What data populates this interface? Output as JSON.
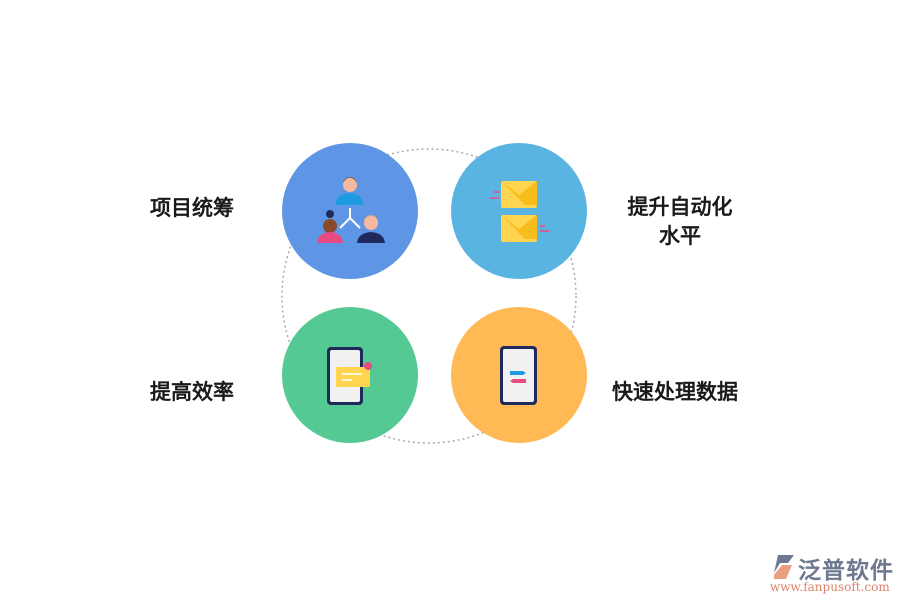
{
  "items": [
    {
      "label": "项目统筹",
      "color": "#5e95e5",
      "icon": "team-hierarchy-icon"
    },
    {
      "label_line1": "提升自动化",
      "label_line2": "水平",
      "color": "#5ab4e2",
      "icon": "envelopes-icon"
    },
    {
      "label": "提高效率",
      "color": "#55c993",
      "icon": "phone-message-icon"
    },
    {
      "label": "快速处理数据",
      "color": "#ffb955",
      "icon": "phone-transfer-icon"
    }
  ],
  "logo": {
    "name": "泛普软件",
    "url": "www.fanpusoft.com"
  }
}
